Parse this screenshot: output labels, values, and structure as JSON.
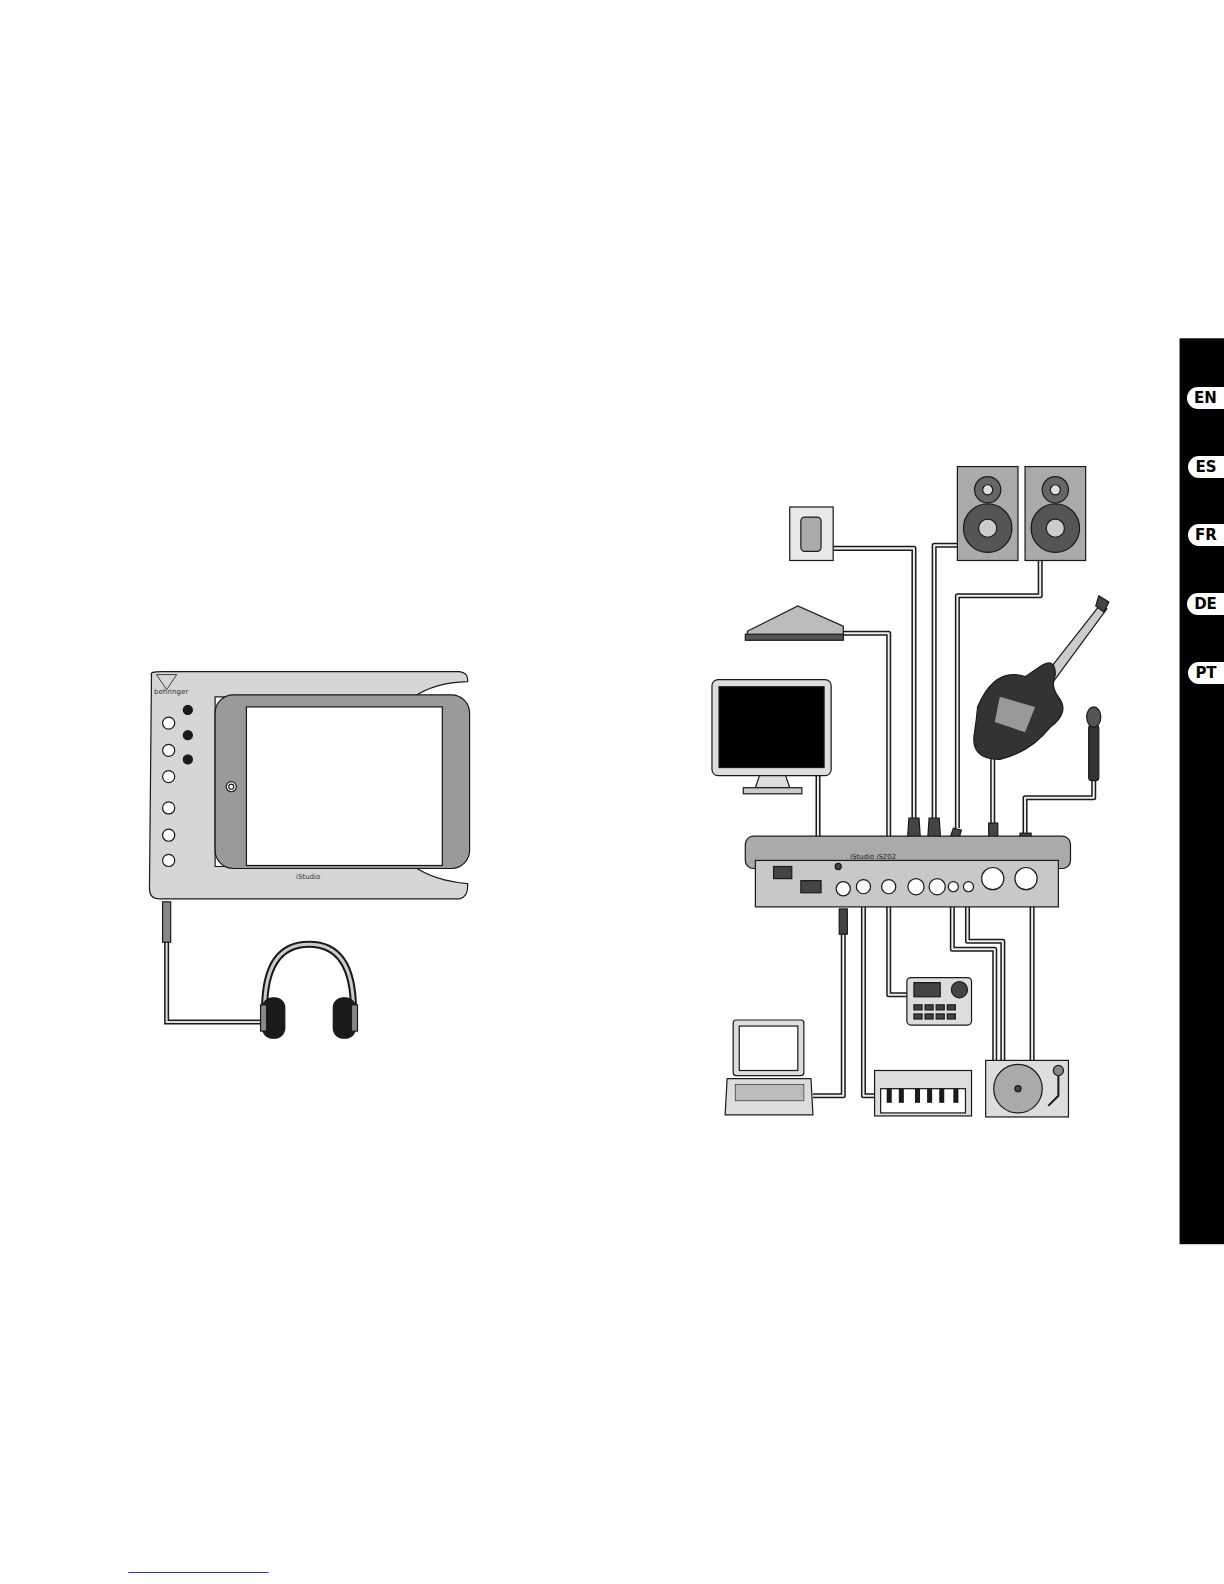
{
  "diagram": {
    "nodes": [
      {
        "text": [
          "EN"
        ]
      },
      {
        "text": [
          "ES"
        ]
      },
      {
        "text": [
          "FR"
        ]
      },
      {
        "text": [
          "DE"
        ]
      },
      {
        "text": [
          "PT"
        ]
      }
    ],
    "labels": [
      "behringer",
      "iStudio",
      "iStudio iS202"
    ]
  }
}
